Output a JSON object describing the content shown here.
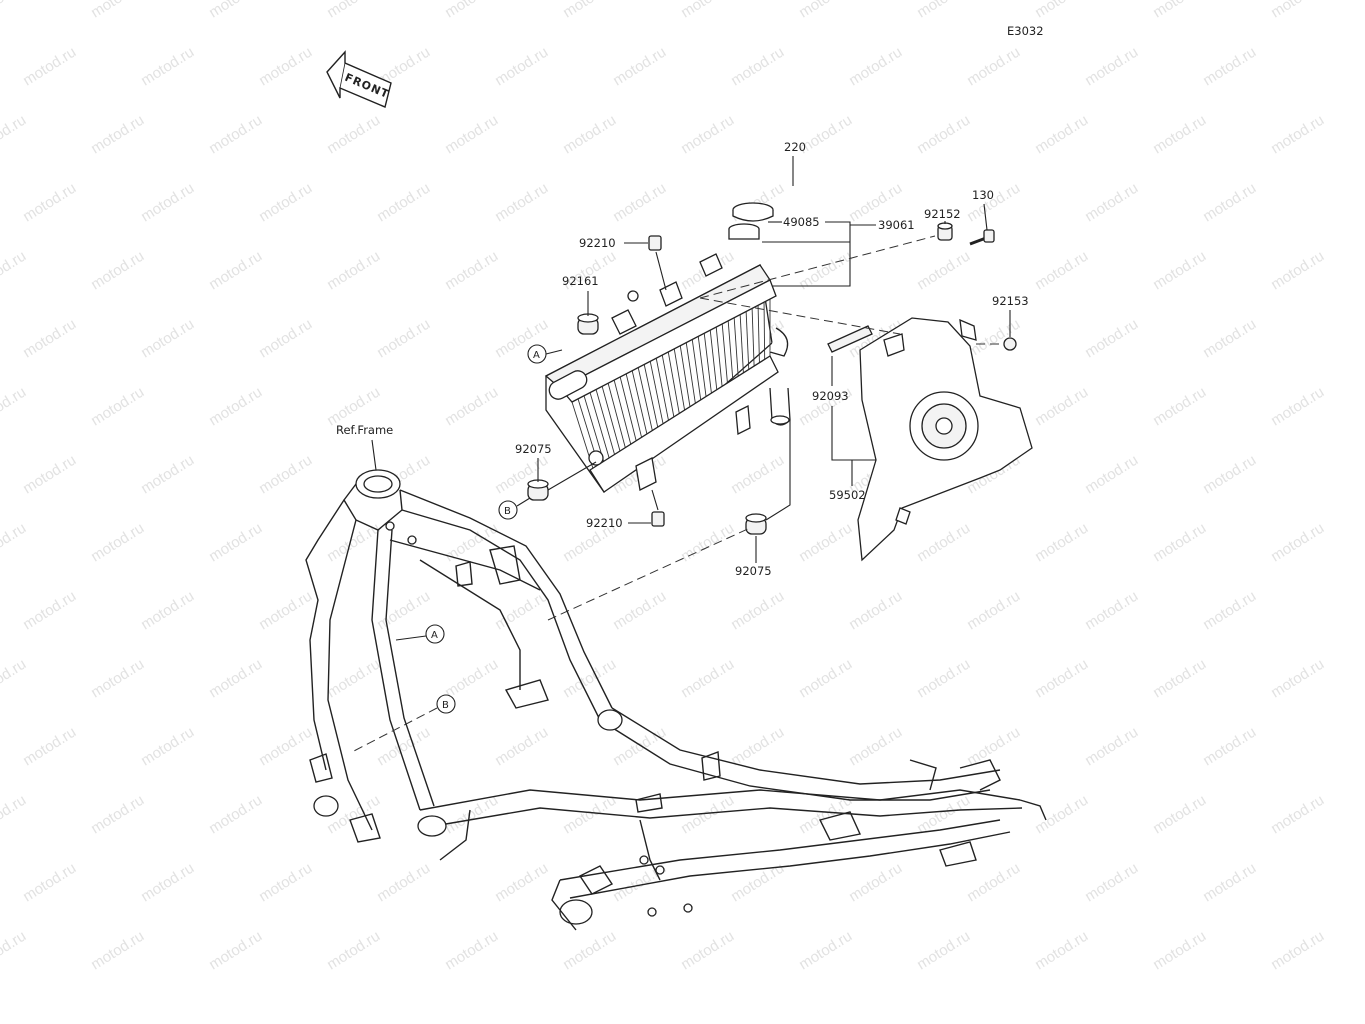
{
  "diagram_code": "E3032",
  "front_label": "FRONT",
  "ref_frame_label": "Ref.Frame",
  "watermark": "motod.ru",
  "part_labels": {
    "p220": "220",
    "p49085": "49085",
    "p39061": "39061",
    "p92210_top": "92210",
    "p92161": "92161",
    "p92152": "92152",
    "p130": "130",
    "p92153": "92153",
    "p92093": "92093",
    "p59502": "59502",
    "p92075_left": "92075",
    "p92210_bottom": "92210",
    "p92075_bottom": "92075"
  },
  "callouts": {
    "a_top": "A",
    "b_top": "B",
    "a_frame": "A",
    "b_frame": "B"
  }
}
